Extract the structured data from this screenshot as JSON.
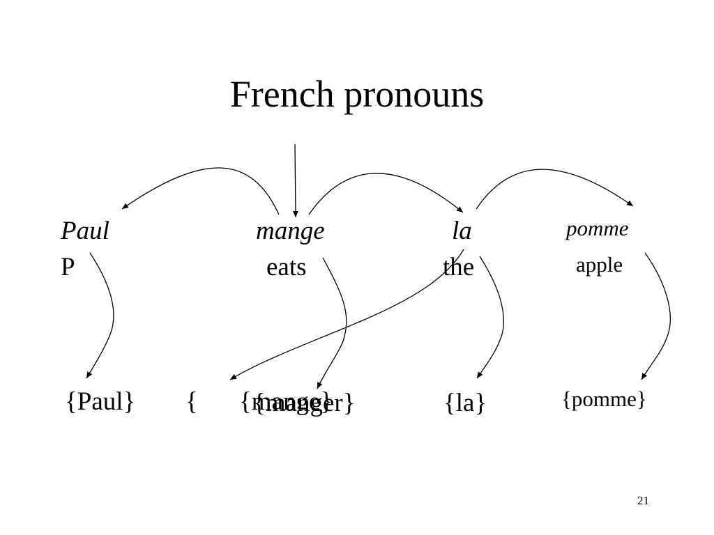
{
  "title": "French pronouns",
  "words": [
    {
      "form": "Paul",
      "gloss": "P"
    },
    {
      "form": "mange",
      "gloss": "eats"
    },
    {
      "form": "la",
      "gloss": "the"
    },
    {
      "form": "pomme",
      "gloss": "apple"
    }
  ],
  "semantics": [
    {
      "text": "{Paul}"
    },
    {
      "text": "{"
    },
    {
      "text": "{mange}"
    },
    {
      "text": "{manger}"
    },
    {
      "text": "{la}"
    },
    {
      "text": "{pomme}"
    }
  ],
  "slide_number": "21"
}
